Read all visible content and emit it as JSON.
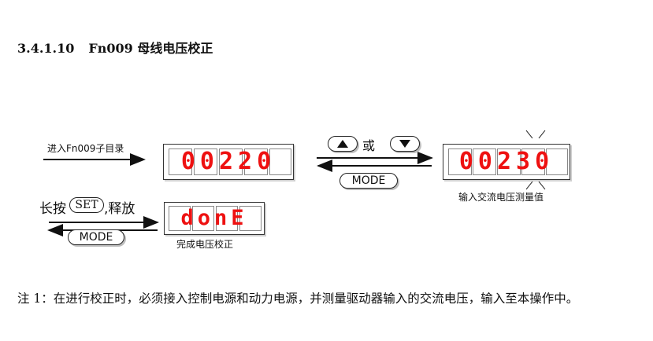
{
  "heading": {
    "number": "3.4.1.10",
    "title": "Fn009 母线电压校正"
  },
  "diagram": {
    "enter_label": "进入Fn009子目录",
    "display1_value": "00220",
    "or_label": "或",
    "up_key_icon": "up-triangle-icon",
    "down_key_icon": "down-triangle-icon",
    "mode_label": "MODE",
    "display2_value": "00230",
    "display2_caption": "输入交流电压测量值",
    "long_press_prefix": "长按",
    "set_label": "SET",
    "release_suffix": ",释放",
    "display3_value": "donE",
    "display3_caption": "完成电压校正",
    "segment_color": "#ee1111"
  },
  "note": "注 1：在进行校正时，必须接入控制电源和动力电源，并测量驱动器输入的交流电压，输入至本操作中。"
}
